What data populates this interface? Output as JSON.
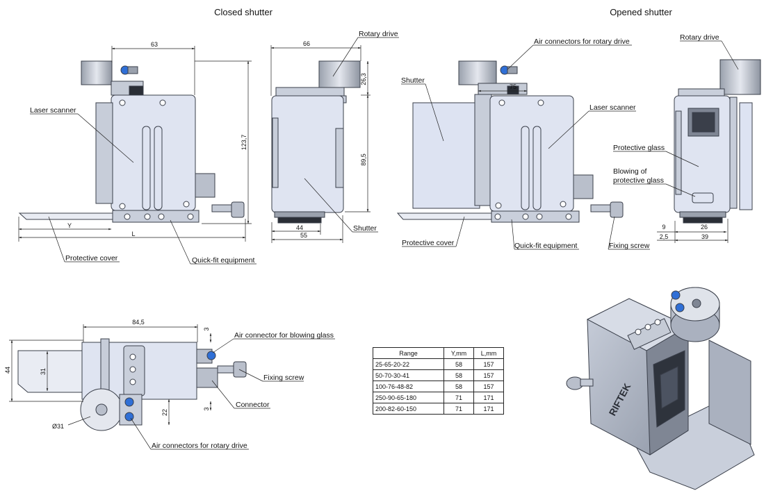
{
  "headings": {
    "closed": "Closed shutter",
    "opened": "Opened shutter"
  },
  "callouts": {
    "rotary_drive_closed": "Rotary drive",
    "laser_scanner_closed": "Laser scanner",
    "shutter_closed": "Shutter",
    "protective_cover_closed": "Protective cover",
    "quick_fit_closed": "Quick-fit equipment",
    "air_connectors_rotary_opened": "Air connectors for rotary drive",
    "rotary_drive_opened": "Rotary drive",
    "shutter_opened": "Shutter",
    "laser_scanner_opened": "Laser scanner",
    "protective_glass": "Protective glass",
    "blowing_line1": "Blowing of",
    "blowing_line2": "protective glass",
    "protective_cover_opened": "Protective cover",
    "quick_fit_opened": "Quick-fit equipment",
    "fixing_screw_opened": "Fixing screw",
    "air_connector_blowing": "Air connector for blowing glass",
    "fixing_screw_bottom": "Fixing screw",
    "connector": "Connector",
    "air_connectors_rotary_bottom": "Air connectors for rotary drive"
  },
  "dimensions": {
    "d63": "63",
    "d123_7": "123,7",
    "dY": "Y",
    "dL": "L",
    "d66": "66",
    "d26_3": "26,3",
    "d89_5": "89,5",
    "d44": "44",
    "d55": "55",
    "d75": "75",
    "d9": "9",
    "d26": "26",
    "d2_5": "2,5",
    "d39": "39",
    "d84_5": "84,5",
    "d3a": "3",
    "d44v": "44",
    "d31": "31",
    "d22": "22",
    "d3b": "3",
    "d_phi31": "Ø31"
  },
  "brand_mark": "RIFTEK",
  "table": {
    "headers": [
      "Range",
      "Y,mm",
      "L,mm"
    ],
    "rows": [
      [
        "25-65-20-22",
        "58",
        "157"
      ],
      [
        "50-70-30-41",
        "58",
        "157"
      ],
      [
        "100-76-48-82",
        "58",
        "157"
      ],
      [
        "250-90-65-180",
        "71",
        "171"
      ],
      [
        "200-82-60-150",
        "71",
        "171"
      ]
    ]
  },
  "colors": {
    "body_fill": "#dfe4f1",
    "body_stroke": "#3a3f4a",
    "metal": "#b9bfcb",
    "dark": "#2a2e36",
    "blue_ring": "#2f6fd6"
  }
}
